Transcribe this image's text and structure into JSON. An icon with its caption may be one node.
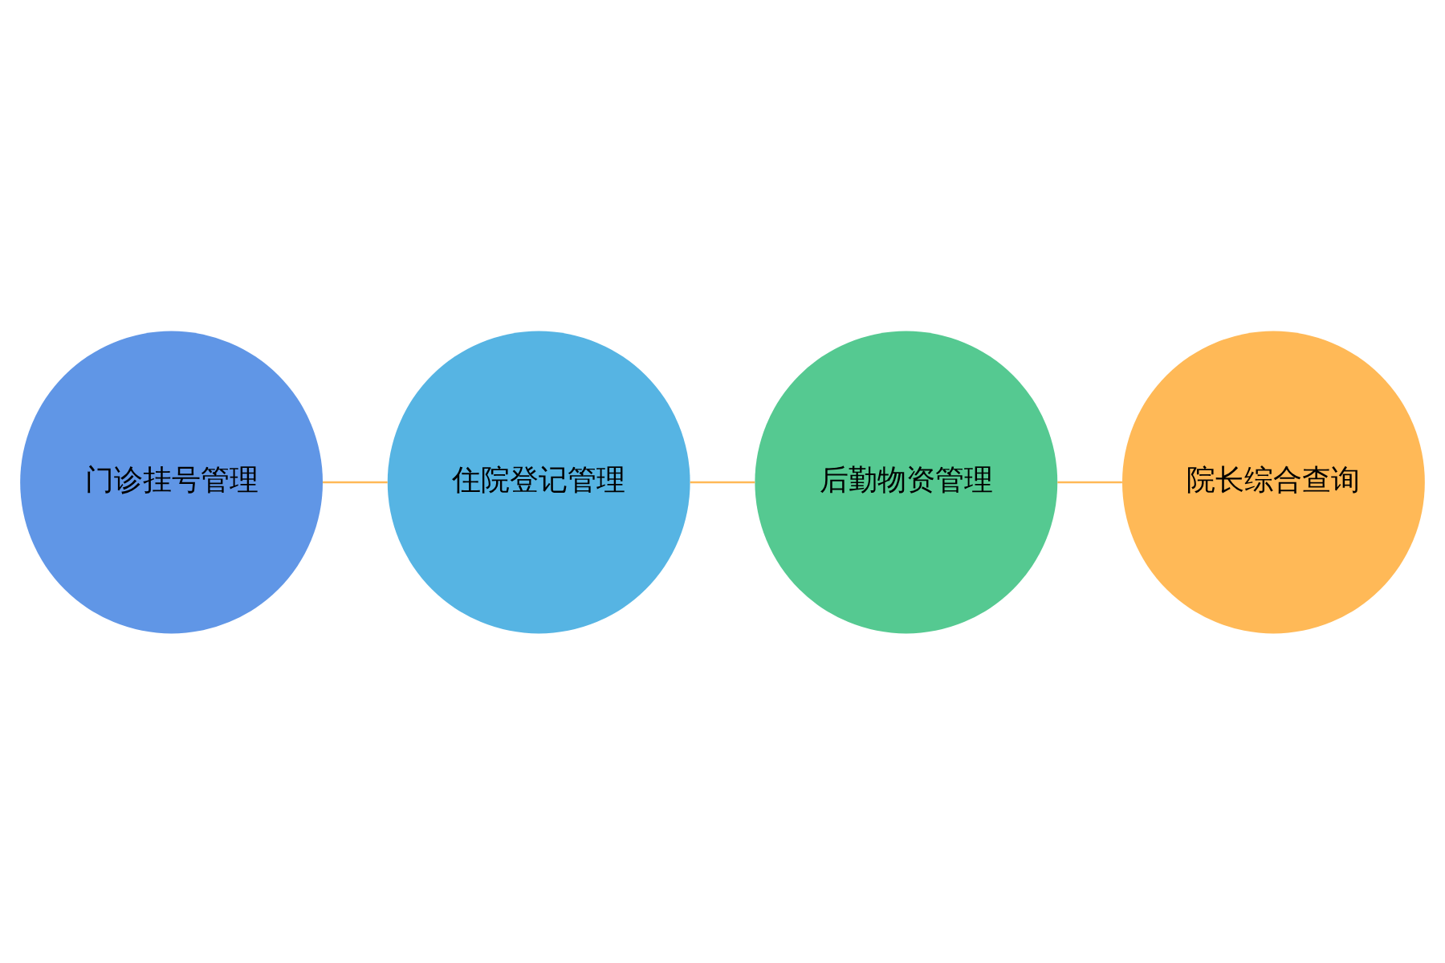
{
  "diagram": {
    "nodes": [
      {
        "text": [
          "门诊挂号管理"
        ]
      },
      {
        "text": [
          "住院登记管理"
        ]
      },
      {
        "text": [
          "后勤物资管理"
        ]
      },
      {
        "text": [
          "院长综合查询"
        ]
      }
    ],
    "edges": [
      {
        "from": 0,
        "to": 1,
        "arrow": "none"
      },
      {
        "from": 1,
        "to": 2,
        "arrow": "none"
      },
      {
        "from": 2,
        "to": 3,
        "arrow": "none"
      }
    ]
  }
}
